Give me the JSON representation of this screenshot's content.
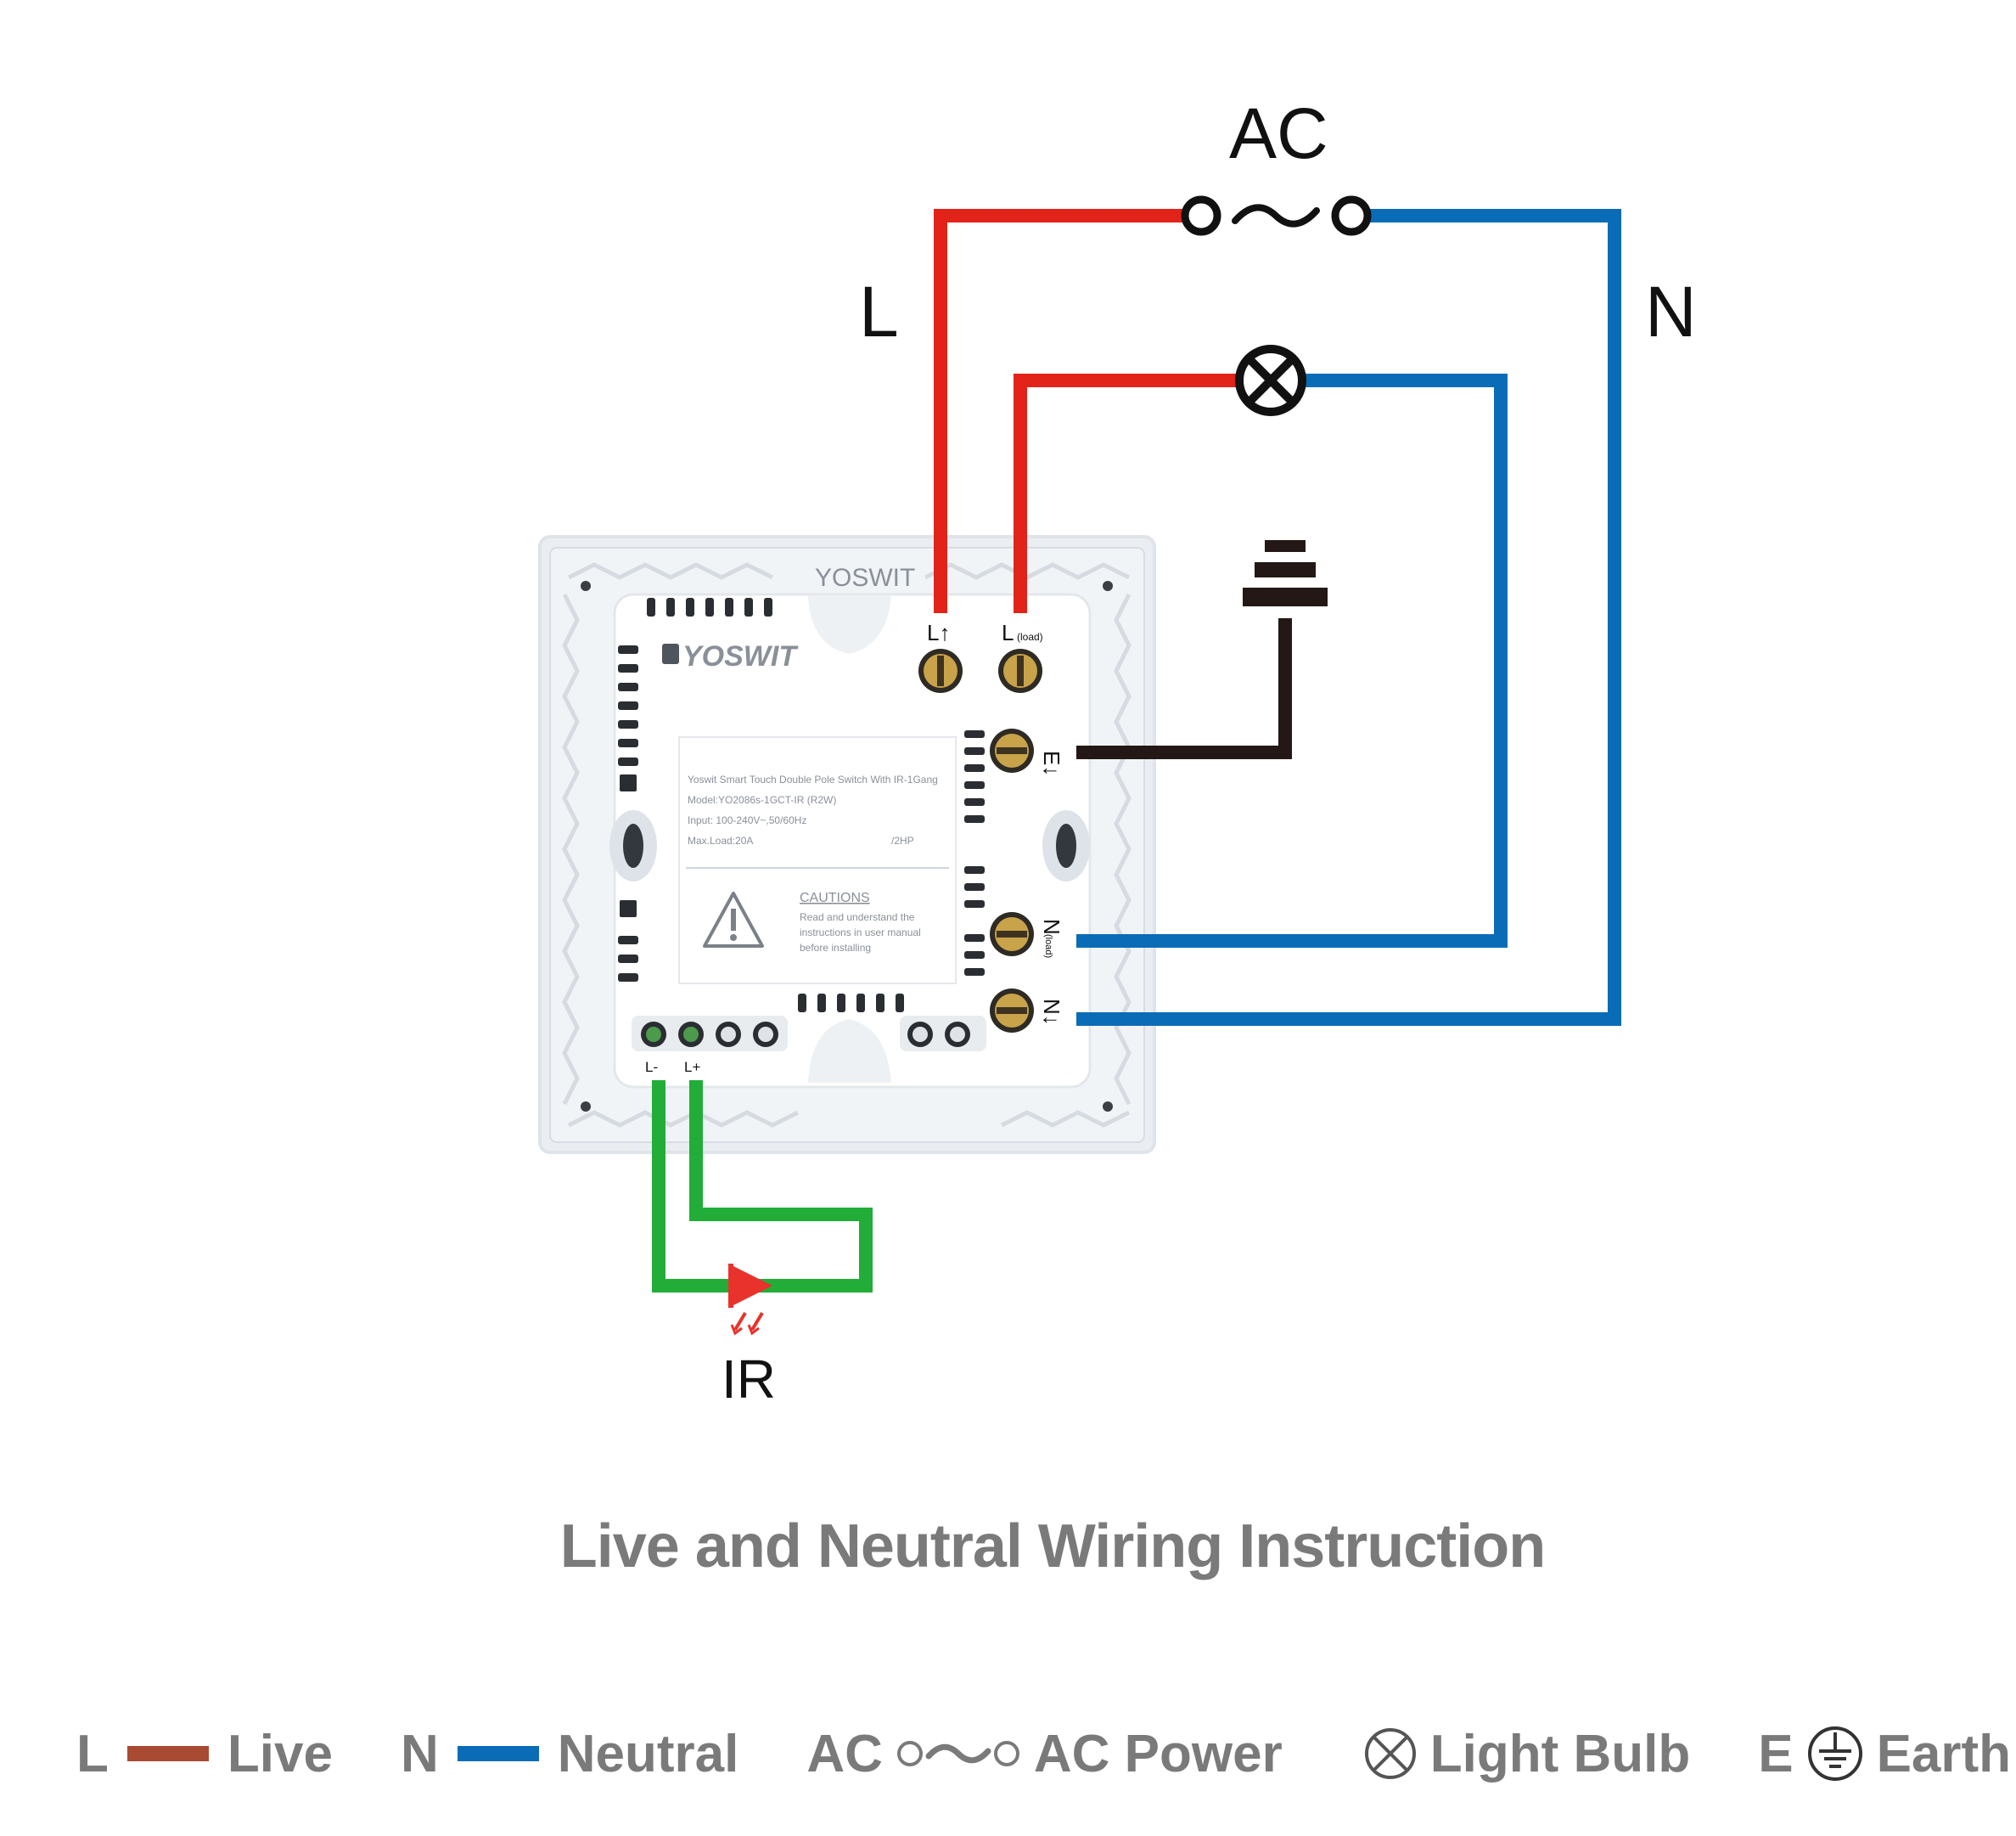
{
  "diagram": {
    "ac_label": "AC",
    "live_label": "L",
    "neutral_label": "N",
    "ir_label": "IR",
    "terminals": {
      "l_in": "L↑",
      "l_load": "L",
      "l_load_sub": "(load)",
      "earth": "E↓",
      "n_load": "N",
      "n_load_sub": "(load)",
      "n_in": "N↓",
      "ir_minus": "L-",
      "ir_plus": "L+"
    },
    "device": {
      "brand_main": "YOSWIT",
      "brand_top": "YOSWIT",
      "label_lines": [
        "Yoswit Smart Touch Double Pole Switch With IR-1Gang",
        "Model:YO2086s-1GCT-IR (R2W)",
        "Input: 100-240V~,50/60Hz",
        "Max.Load:20A"
      ],
      "label_hp": "/2HP",
      "cautions_title": "CAUTIONS",
      "cautions_lines": [
        "Read and understand the",
        "instructions in user manual",
        "before installing"
      ]
    },
    "colors": {
      "live": "#e2231a",
      "neutral": "#0a6cb7",
      "earth": "#231815",
      "ir": "#22ad38",
      "panel": "#eef2f6"
    }
  },
  "title": "Live and Neutral Wiring Instruction",
  "legend": {
    "live": {
      "letter": "L",
      "label": "Live",
      "color": "#a94a33"
    },
    "neutral": {
      "letter": "N",
      "label": "Neutral",
      "color": "#0a6cb7"
    },
    "ac": {
      "letter": "AC",
      "label": "AC Power"
    },
    "bulb": {
      "label": "Light Bulb"
    },
    "earth": {
      "letter": "E",
      "label": "Earth"
    }
  }
}
